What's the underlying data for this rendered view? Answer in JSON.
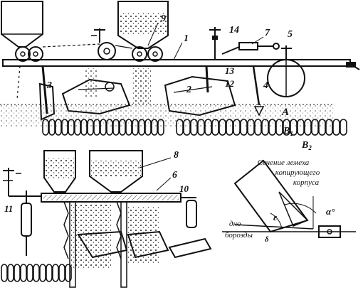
{
  "callouts": {
    "n1": "1",
    "n2": "2",
    "n3": "3",
    "n4": "4",
    "n5": "5",
    "n6": "6",
    "n7": "7",
    "n8": "8",
    "n9": "9",
    "n10": "10",
    "n11": "11",
    "n12": "12",
    "n13": "13",
    "n14": "14"
  },
  "top_view": {
    "point_a": "A",
    "point_b1": "B",
    "point_b1_sub": "1",
    "point_b2": "B",
    "point_b2_sub": "2"
  },
  "section_view": {
    "caption_line1": "Сечение лемеха",
    "caption_line2": "копирующего",
    "caption_line3": "корпуса",
    "furrow_line1": "дно",
    "furrow_line2": "борозды",
    "angle_alpha": "α°",
    "angle_epsilon": "ε",
    "angle_delta": "δ"
  },
  "icons": {
    "hopper": "hopper-icon",
    "drive_sprocket": "sprocket-icon",
    "adjust_screw": "screw-icon",
    "cylinder": "hydraulic-cylinder-icon",
    "furrow_wheel": "wheel-icon"
  },
  "colors": {
    "ink": "#111111",
    "paper": "#ffffff"
  }
}
